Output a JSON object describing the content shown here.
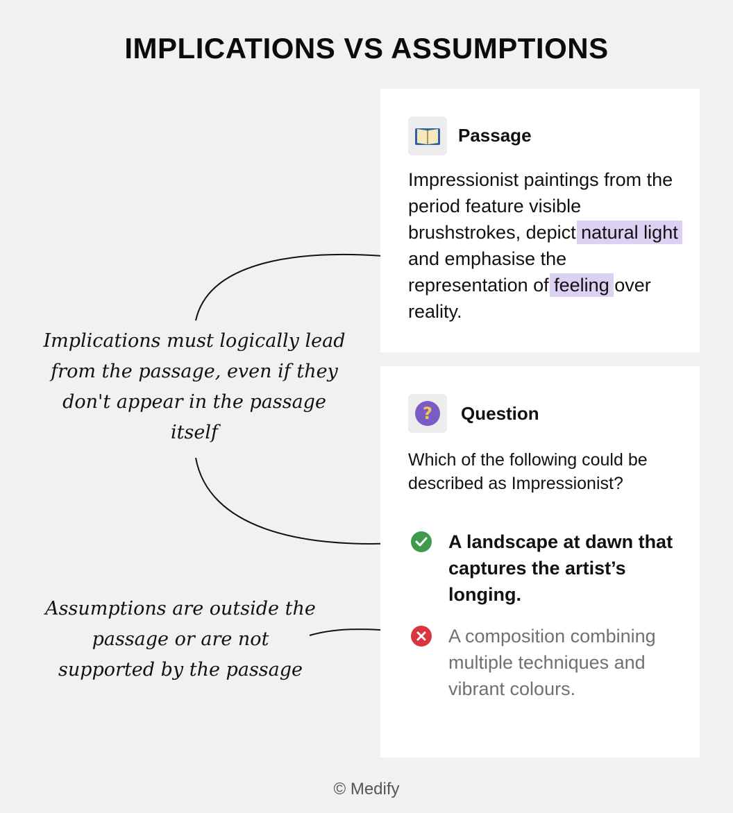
{
  "title": "IMPLICATIONS VS ASSUMPTIONS",
  "passage": {
    "icon": "open-book-icon",
    "heading": "Passage",
    "text_1": "Impressionist paintings from the period feature visible brushstrokes, depict ",
    "highlight_1": "natural light",
    "text_2": " and emphasise the representation of ",
    "highlight_2": "feeling",
    "text_3": " over reality.",
    "highlight_color": "#dcd0f3"
  },
  "question": {
    "icon": "question-mark-icon",
    "heading": "Question",
    "text": "Which of the following could be described as Impressionist?",
    "options": [
      {
        "status": "correct",
        "icon": "check-icon",
        "text": "A landscape at dawn that captures the artist’s longing.",
        "color": "#3f9a4b"
      },
      {
        "status": "wrong",
        "icon": "cross-icon",
        "text": "A composition combining multiple techniques and vibrant colours.",
        "color": "#d9343f"
      }
    ]
  },
  "annotations": {
    "implications": "Implications must logically lead from the passage, even if they don't appear in the passage itself",
    "assumptions": "Assumptions are outside the passage or are not supported by the passage"
  },
  "footer": "© Medify"
}
